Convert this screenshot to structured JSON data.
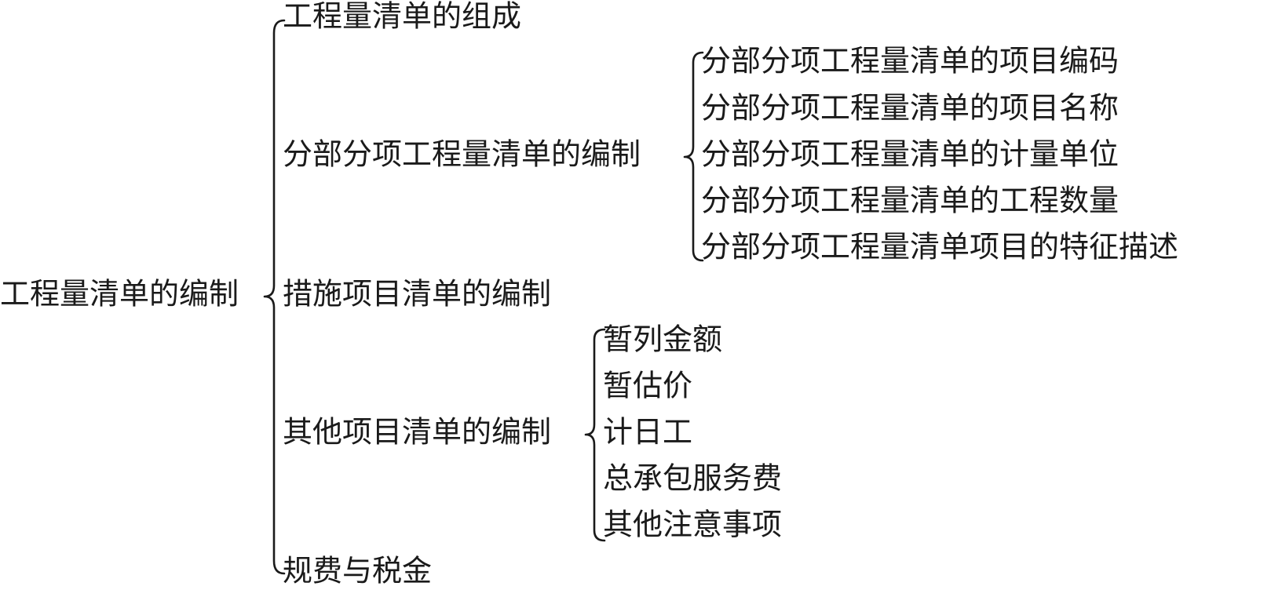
{
  "root": {
    "label": "工程量清单的编制",
    "children": [
      {
        "label": "工程量清单的组成"
      },
      {
        "label": "分部分项工程量清单的编制",
        "children": [
          {
            "label": "分部分项工程量清单的项目编码"
          },
          {
            "label": "分部分项工程量清单的项目名称"
          },
          {
            "label": "分部分项工程量清单的计量单位"
          },
          {
            "label": "分部分项工程量清单的工程数量"
          },
          {
            "label": "分部分项工程量清单项目的特征描述"
          }
        ]
      },
      {
        "label": "措施项目清单的编制"
      },
      {
        "label": "其他项目清单的编制",
        "children": [
          {
            "label": "暂列金额"
          },
          {
            "label": "暂估价"
          },
          {
            "label": "计日工"
          },
          {
            "label": "总承包服务费"
          },
          {
            "label": "其他注意事项"
          }
        ]
      },
      {
        "label": "规费与税金"
      }
    ]
  }
}
